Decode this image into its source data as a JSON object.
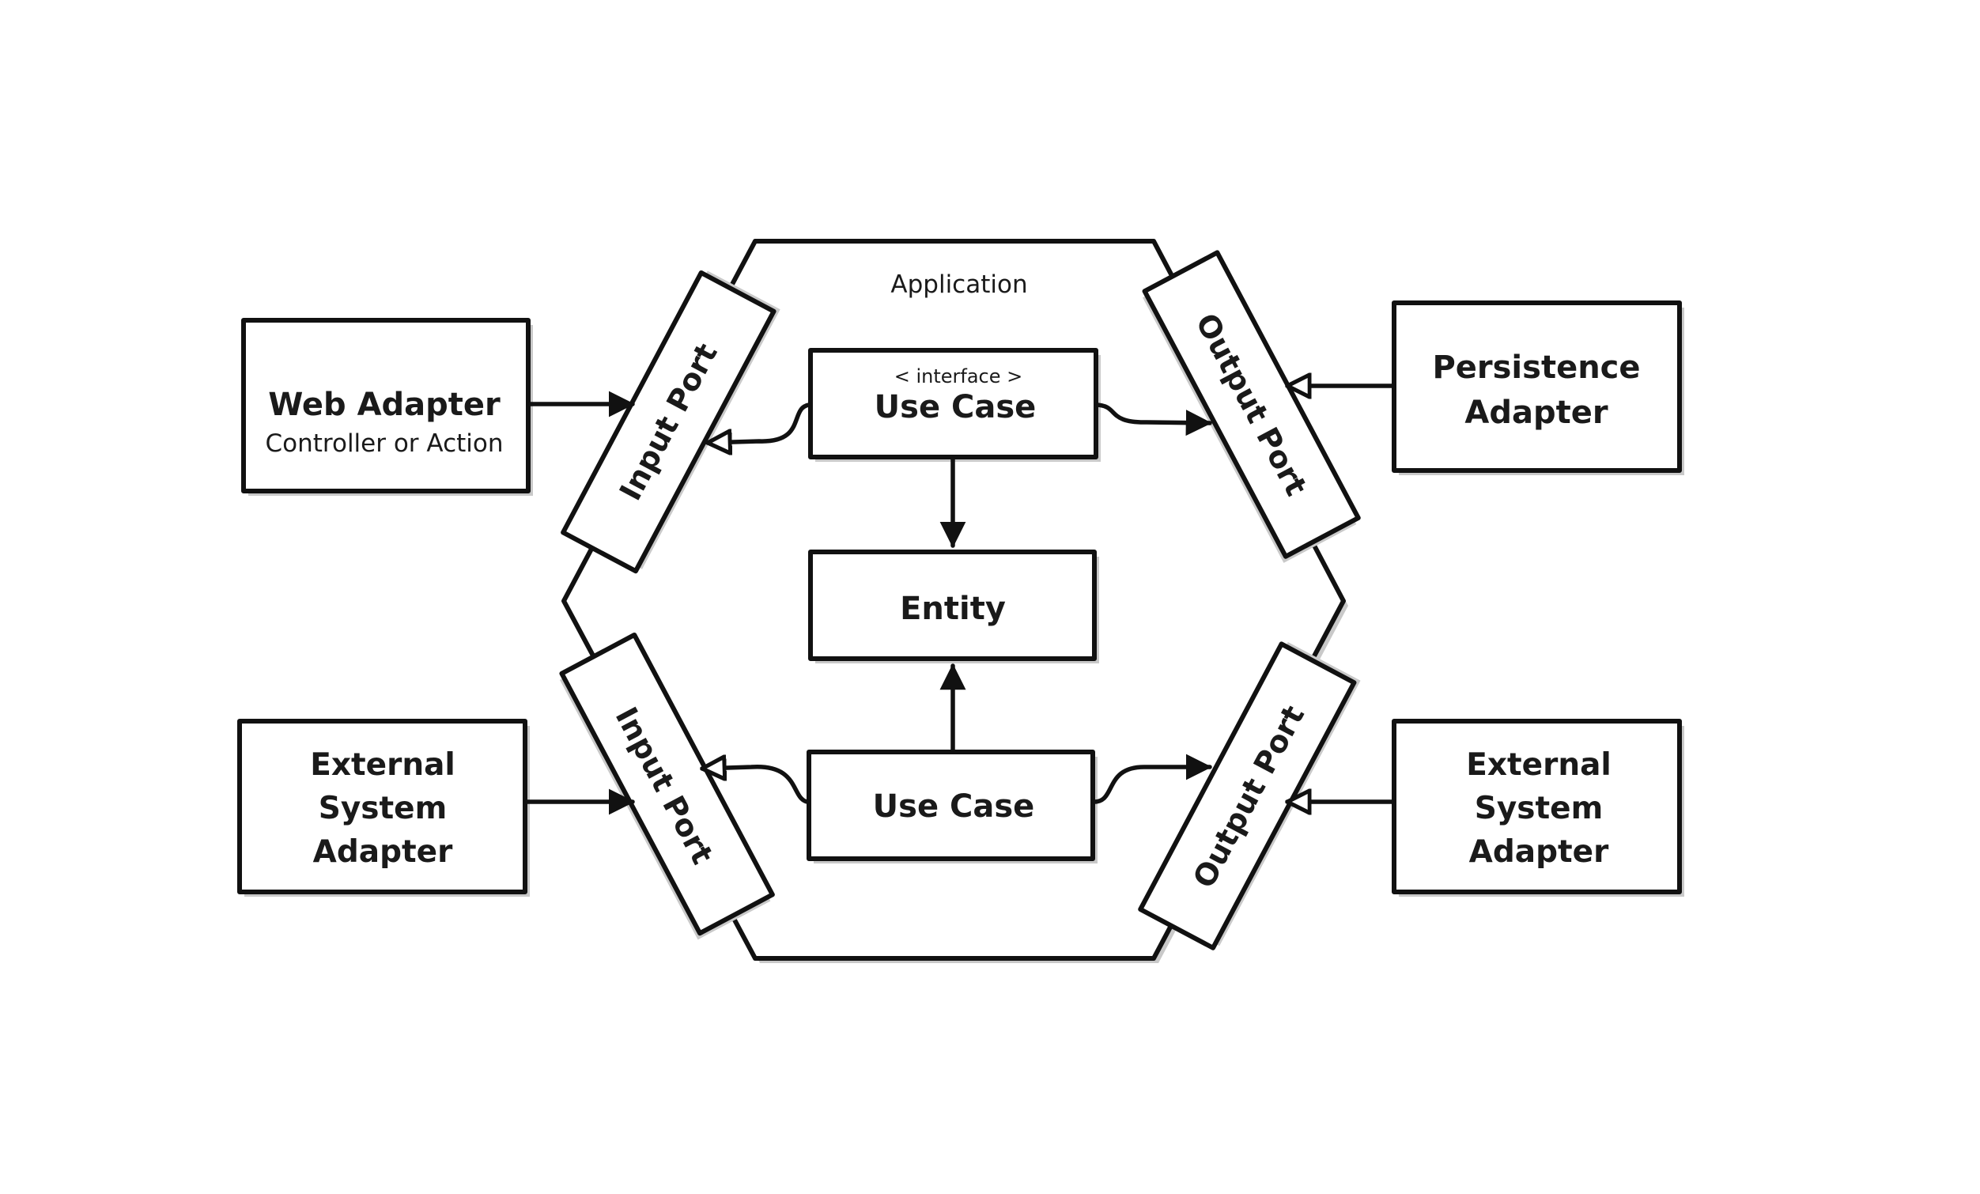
{
  "application": {
    "label": "Application"
  },
  "web_adapter": {
    "title": "Web Adapter",
    "subtitle": "Controller or Action"
  },
  "persistence_adapter": {
    "line1": "Persistence",
    "line2": "Adapter"
  },
  "external_adapter_left": {
    "line1": "External",
    "line2": "System",
    "line3": "Adapter"
  },
  "external_adapter_right": {
    "line1": "External",
    "line2": "System",
    "line3": "Adapter"
  },
  "input_port_top": {
    "label": "Input Port"
  },
  "input_port_bottom": {
    "label": "Input Port"
  },
  "output_port_top": {
    "label": "Output Port"
  },
  "output_port_bottom": {
    "label": "Output Port"
  },
  "use_case_top": {
    "stereotype": "< interface >",
    "label": "Use Case"
  },
  "use_case_bottom": {
    "label": "Use Case"
  },
  "entity": {
    "label": "Entity"
  },
  "colors": {
    "stroke": "#111111",
    "fill": "#ffffff",
    "shadow": "#c9c9c9"
  }
}
